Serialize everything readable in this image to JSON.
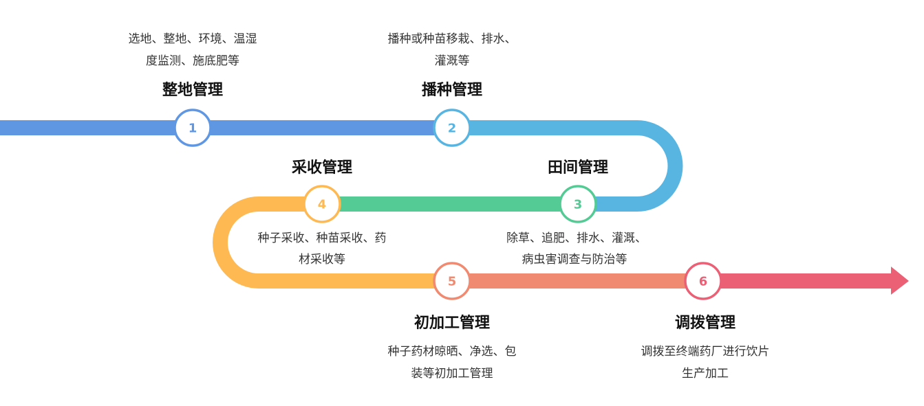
{
  "colors": {
    "step1": "#5f97e3",
    "step2": "#58b5e2",
    "step3": "#54cb94",
    "step4": "#ffb953",
    "step5": "#f08a70",
    "step6": "#ec6076"
  },
  "steps": [
    {
      "num": "1",
      "title": "整地管理",
      "desc": [
        "选地、整地、环境、温湿",
        "度监测、施底肥等"
      ]
    },
    {
      "num": "2",
      "title": "播种管理",
      "desc": [
        "播种或种苗移栽、排水、",
        "灌溉等"
      ]
    },
    {
      "num": "3",
      "title": "田间管理",
      "desc": [
        "除草、追肥、排水、灌溉、",
        "病虫害调查与防治等"
      ]
    },
    {
      "num": "4",
      "title": "采收管理",
      "desc": [
        "种子采收、种苗采收、药",
        "材采收等"
      ]
    },
    {
      "num": "5",
      "title": "初加工管理",
      "desc": [
        "种子药材晾晒、净选、包",
        "装等初加工管理"
      ]
    },
    {
      "num": "6",
      "title": "调拨管理",
      "desc": [
        "调拨至终端药厂进行饮片",
        "生产加工"
      ]
    }
  ]
}
